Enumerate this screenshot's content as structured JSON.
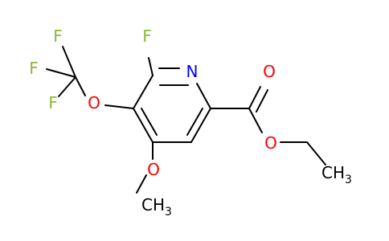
{
  "colors": {
    "bond": "#000000",
    "fluorine": "#8db83a",
    "oxygen": "#ff0000",
    "nitrogen": "#0000ff",
    "carbon": "#000000"
  },
  "atoms": {
    "n_ring": "N",
    "f_ring": "F",
    "f_cf3_top": "F",
    "f_cf3_left": "F",
    "f_cf3_bottom": "F",
    "o_ocf3": "O",
    "o_methoxy": "O",
    "ch3_methoxy": "CH",
    "ch3_methoxy_sub": "3",
    "o_carbonyl": "O",
    "o_ester": "O",
    "ch3_ethyl": "CH",
    "ch3_ethyl_sub": "3"
  }
}
